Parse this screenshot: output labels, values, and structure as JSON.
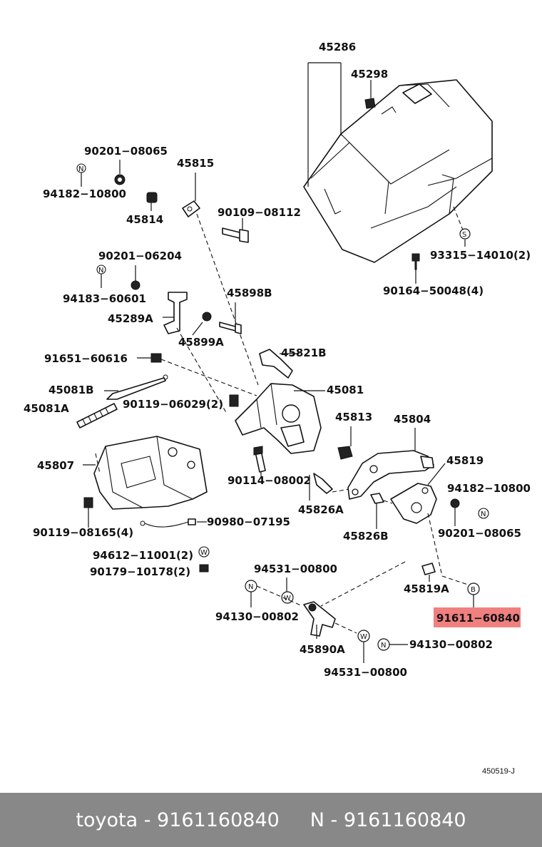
{
  "diagram": {
    "labels": {
      "p45286": "45286",
      "p45298": "45298",
      "p90201a": "90201−08065",
      "p94182a": "94182−10800",
      "p45815": "45815",
      "p45814": "45814",
      "p90109": "90109−08112",
      "p90201b": "90201−06204",
      "p94183": "94183−60601",
      "p45898b": "45898B",
      "p45289a": "45289A",
      "p45899a": "45899A",
      "p93315": "93315−14010(2)",
      "p90164": "90164−50048(4)",
      "p91651": "91651−60616",
      "p45821b": "45821B",
      "p45081b": "45081B",
      "p45081": "45081",
      "p45081a": "45081A",
      "p90119a": "90119−06029(2)",
      "p45813": "45813",
      "p45804": "45804",
      "p45807": "45807",
      "p45819": "45819",
      "p90114": "90114−08002",
      "p94182b": "94182−10800",
      "p45826a": "45826A",
      "p90119b": "90119−08165(4)",
      "p90980": "90980−07195",
      "p45826b": "45826B",
      "p90201c": "90201−08065",
      "p94612": "94612−11001(2)",
      "p90179": "90179−10178(2)",
      "p94531a": "94531−00800",
      "p45819a": "45819A",
      "p94130a": "94130−00802",
      "p91611": "91611−60840",
      "p45890a": "45890A",
      "p94130b": "94130−00802",
      "p94531b": "94531−00800"
    },
    "markers": {
      "n": "N",
      "w": "W",
      "s": "S",
      "b": "B"
    },
    "highlight_color": "#f08080",
    "ref_code": "450519-J"
  },
  "footer": {
    "text": "toyota - 9161160840     N - 9161160840"
  }
}
